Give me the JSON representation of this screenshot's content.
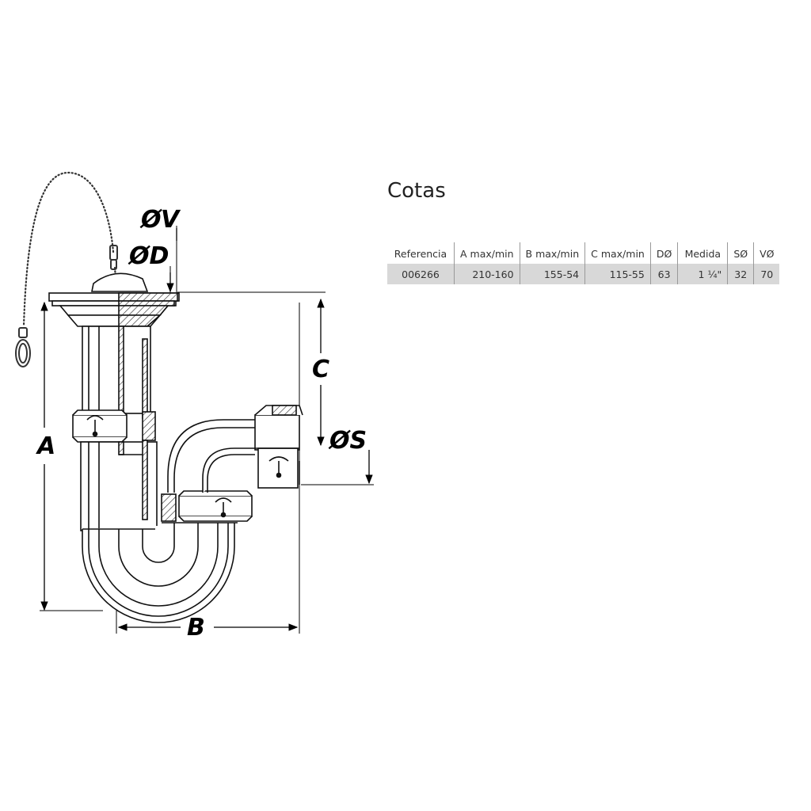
{
  "labels": {
    "phi_v": "ØV",
    "phi_d": "ØD",
    "c": "C",
    "phi_s": "ØS",
    "a": "A",
    "b": "B"
  },
  "cotas": {
    "title": "Cotas",
    "headers": [
      "Referencia",
      "A max/min",
      "B max/min",
      "C max/min",
      "DØ",
      "Medida",
      "SØ",
      "VØ"
    ],
    "row": {
      "referencia": "006266",
      "a": "210-160",
      "b": "155-54",
      "c": "115-55",
      "d": "63",
      "medida": "1 ¼\"",
      "s": "32",
      "v": "70"
    }
  }
}
